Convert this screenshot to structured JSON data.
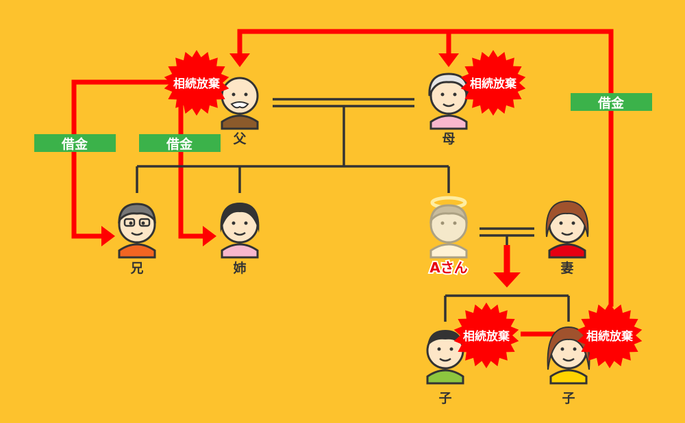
{
  "people": {
    "father": "父",
    "mother": "母",
    "brother": "兄",
    "sister": "姉",
    "deceased": "Aさん",
    "wife": "妻",
    "child1": "子",
    "child2": "子"
  },
  "badges": {
    "renunciation": "相続放棄"
  },
  "debt_label": "借金",
  "colors": {
    "background": "#FDC22D",
    "arrow": "#FF0000",
    "debt_box": "#3BB24A",
    "line": "#333333",
    "deceased_label": "#E60012"
  }
}
